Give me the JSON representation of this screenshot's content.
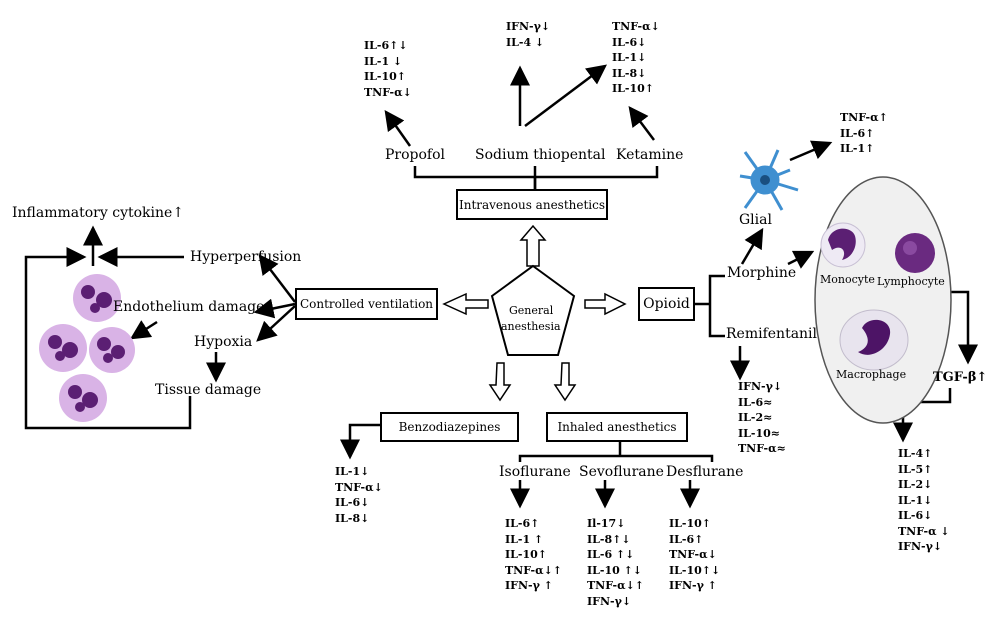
{
  "center": {
    "label_line1": "General",
    "label_line2": "anesthesia"
  },
  "boxes": {
    "intravenous": "Intravenous anesthetics",
    "ventilation": "Controlled ventilation",
    "opioid": "Opioid",
    "benzodiazepines": "Benzodiazepines",
    "inhaled": "Inhaled anesthetics"
  },
  "intravenous": {
    "propofol": "Propofol",
    "thiopental": "Sodium thiopental",
    "ketamine": "Ketamine",
    "propofol_effects": [
      "IL-6↑↓",
      "IL-1 ↓",
      "IL-10↑",
      "TNF-α↓"
    ],
    "thiopental_effects": [
      "IFN-γ↓",
      "IL-4 ↓"
    ],
    "ketamine_effects": [
      "TNF-α↓",
      "IL-6↓",
      "IL-1↓",
      "IL-8↓",
      "IL-10↑"
    ]
  },
  "ventilation": {
    "inflammatory": "Inflammatory cytokine↑",
    "hyperperfusion": "Hyperperfusion",
    "endothelium": "Endothelium damage",
    "hypoxia": "Hypoxia",
    "tissue": "Tissue damage"
  },
  "opioid": {
    "morphine": "Morphine",
    "remifentanil": "Remifentanil",
    "glial": "Glial",
    "glial_effects": [
      "TNF-α↑",
      "IL-6↑",
      "IL-1↑"
    ],
    "remifentanil_effects": [
      "IFN-γ↓",
      "IL-6≈",
      "IL-2≈",
      "IL-10≈",
      "TNF-α≈"
    ],
    "monocyte": "Monocyte",
    "lymphocyte": "Lymphocyte",
    "macrophage": "Macrophage",
    "tgf": "TGF-β↑",
    "tgf_effects": [
      "IL-4↑",
      "IL-5↑",
      "IL-2↓",
      "IL-1↓",
      "IL-6↓",
      "TNF-α ↓",
      "IFN-γ↓"
    ]
  },
  "benzodiazepines": {
    "effects": [
      "IL-1↓",
      "TNF-α↓",
      "IL-6↓",
      "IL-8↓"
    ]
  },
  "inhaled": {
    "isoflurane": "Isoflurane",
    "sevoflurane": "Sevoflurane",
    "desflurane": "Desflurane",
    "isoflurane_effects": [
      "IL-6↑",
      "IL-1 ↑",
      "IL-10↑",
      "TNF-α↓↑",
      "IFN-γ ↑"
    ],
    "sevoflurane_effects": [
      "Il-17↓",
      "IL-8↑↓",
      "IL-6 ↑↓",
      "IL-10 ↑↓",
      "TNF-α↓↑",
      "IFN-γ↓"
    ],
    "desflurane_effects": [
      "IL-10↑",
      "IL-6↑",
      "TNF-α↓",
      "IL-10↑↓",
      "IFN-γ ↑"
    ]
  },
  "colors": {
    "line": "#000000",
    "cell_light": "#d9b3e6",
    "cell_dark": "#5b1f73",
    "glial": "#3f8fd0",
    "ellipse": "#f0f0f0"
  }
}
